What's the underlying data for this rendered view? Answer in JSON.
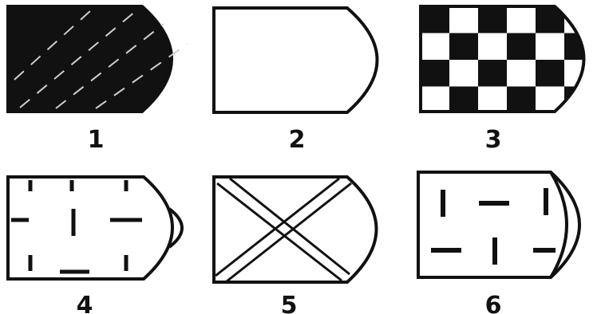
{
  "figures": [
    {
      "label": "1",
      "pattern": "solid-black-with-diagonal-white-dashes"
    },
    {
      "label": "2",
      "pattern": "plain-white"
    },
    {
      "label": "3",
      "pattern": "checkerboard"
    },
    {
      "label": "4",
      "pattern": "dashed-marks-with-inner-curve"
    },
    {
      "label": "5",
      "pattern": "double-line-diagonal-cross"
    },
    {
      "label": "6",
      "pattern": "dash-marks-with-double-curved-tip"
    }
  ],
  "colors": {
    "ink": "#111111",
    "paper": "#ffffff"
  }
}
